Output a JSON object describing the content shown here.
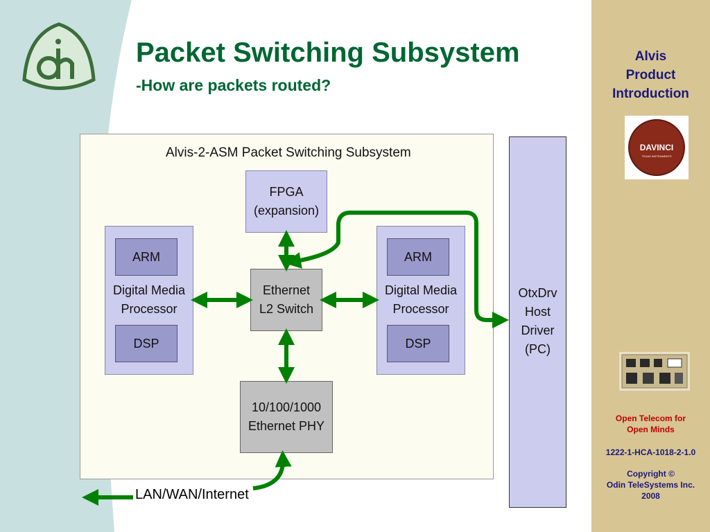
{
  "header": {
    "title": "Packet Switching Subsystem",
    "subtitle": "-How are packets routed?"
  },
  "diagram": {
    "frame_title": "Alvis-2-ASM Packet Switching Subsystem",
    "fpga": [
      "FPGA",
      "(expansion)"
    ],
    "switch": [
      "Ethernet",
      "L2 Switch"
    ],
    "phy": [
      "10/100/1000",
      "Ethernet PHY"
    ],
    "dmp_left": {
      "arm": "ARM",
      "label": [
        "Digital Media",
        "Processor"
      ],
      "dsp": "DSP"
    },
    "dmp_right": {
      "arm": "ARM",
      "label": [
        "Digital Media",
        "Processor"
      ],
      "dsp": "DSP"
    },
    "host": [
      "OtxDrv",
      "Host",
      "Driver",
      "(PC)"
    ],
    "lan": "LAN/WAN/Internet"
  },
  "sidebar": {
    "product_title": [
      "Alvis",
      "Product",
      "Introduction"
    ],
    "davinci_logo": {
      "text": "DAVINCI",
      "subtext": "TEXAS INSTRUMENTS"
    },
    "tagline": [
      "Open Telecom for",
      "Open Minds"
    ],
    "doc_number": "1222-1-HCA-1018-2-1.0",
    "copyright": [
      "Copyright ©",
      "Odin TeleSystems Inc.",
      "2008"
    ]
  },
  "colors": {
    "arrow": "#008000",
    "title": "#006633",
    "sidebar": "#d8c594",
    "accent_text": "#1a1a7a",
    "tagline": "#c00000"
  }
}
